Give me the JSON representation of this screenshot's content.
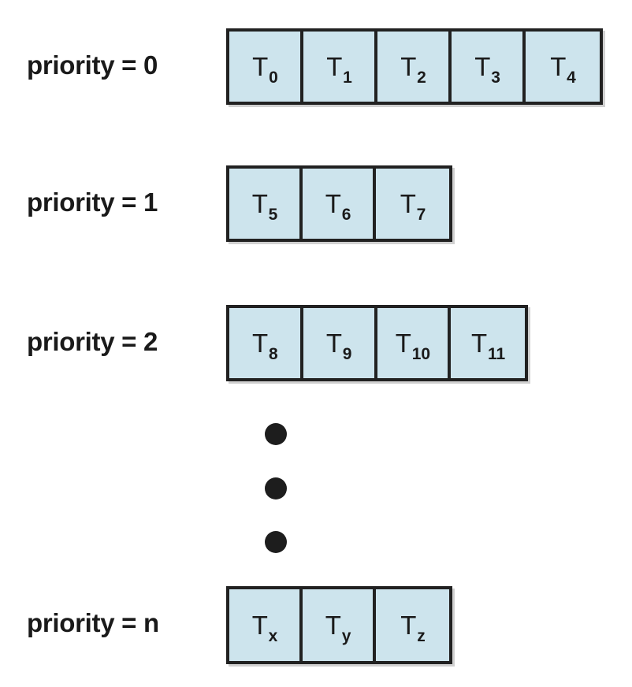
{
  "figure": {
    "kind": "multilevel-priority-queue-diagram",
    "colors": {
      "cell_fill": "#cde4ed",
      "stroke": "#212121",
      "text": "#1a1a1a",
      "background": "#ffffff",
      "dot": "#1d1d1d"
    }
  },
  "rows": [
    {
      "label": "priority = 0",
      "tasks": [
        {
          "base": "T",
          "sub": "0"
        },
        {
          "base": "T",
          "sub": "1"
        },
        {
          "base": "T",
          "sub": "2"
        },
        {
          "base": "T",
          "sub": "3"
        },
        {
          "base": "T",
          "sub": "4"
        }
      ]
    },
    {
      "label": "priority = 1",
      "tasks": [
        {
          "base": "T",
          "sub": "5"
        },
        {
          "base": "T",
          "sub": "6"
        },
        {
          "base": "T",
          "sub": "7"
        }
      ]
    },
    {
      "label": "priority = 2",
      "tasks": [
        {
          "base": "T",
          "sub": "8"
        },
        {
          "base": "T",
          "sub": "9"
        },
        {
          "base": "T",
          "sub": "10"
        },
        {
          "base": "T",
          "sub": "11"
        }
      ]
    },
    {
      "label": "priority = n",
      "tasks": [
        {
          "base": "T",
          "sub": "x"
        },
        {
          "base": "T",
          "sub": "y"
        },
        {
          "base": "T",
          "sub": "z"
        }
      ]
    }
  ],
  "ellipsis": {
    "count": 3,
    "meaning": "continues"
  }
}
